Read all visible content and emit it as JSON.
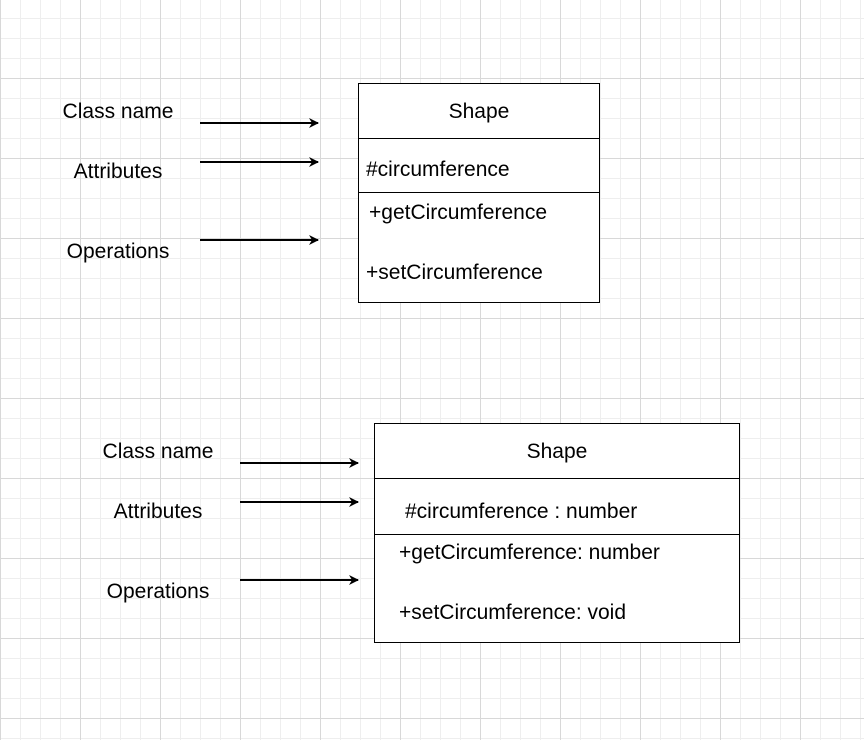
{
  "diagrams": [
    {
      "labels": {
        "class_name": "Class name",
        "attributes": "Attributes",
        "operations": "Operations"
      },
      "uml_class": {
        "name": "Shape",
        "attributes": [
          "#circumference"
        ],
        "operations": [
          "+getCircumference",
          "+setCircumference"
        ]
      }
    },
    {
      "labels": {
        "class_name": "Class name",
        "attributes": "Attributes",
        "operations": "Operations"
      },
      "uml_class": {
        "name": "Shape",
        "attributes": [
          "#circumference : number"
        ],
        "operations": [
          "+getCircumference: number",
          "+setCircumference: void"
        ]
      }
    }
  ],
  "colors": {
    "grid_major": "#d8d8d8",
    "grid_minor": "#eeeeee",
    "stroke": "#000000",
    "background": "#ffffff"
  }
}
